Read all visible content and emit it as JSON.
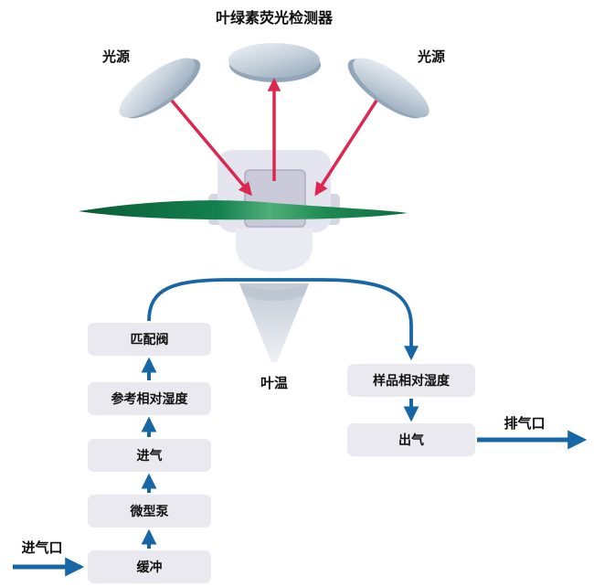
{
  "title": "叶绿素荧光检测器",
  "labels": {
    "light_source_left": "光源",
    "light_source_right": "光源",
    "leaf_temperature": "叶温",
    "air_inlet": "进气口",
    "exhaust": "排气口"
  },
  "left_chain": [
    {
      "label": "缓冲"
    },
    {
      "label": "微型泵"
    },
    {
      "label": "进气"
    },
    {
      "label": "参考相对湿度"
    },
    {
      "label": "匹配阀"
    }
  ],
  "right_chain": [
    {
      "label": "样品相对湿度"
    },
    {
      "label": "出气"
    }
  ],
  "colors": {
    "flow_arrow_blue": "#1766a6",
    "optical_arrow_red": "#dc2850",
    "leaf_green": "#117a45",
    "box_background": "#e9e9ef",
    "lens_gray_blue": "#a4b4c4"
  }
}
